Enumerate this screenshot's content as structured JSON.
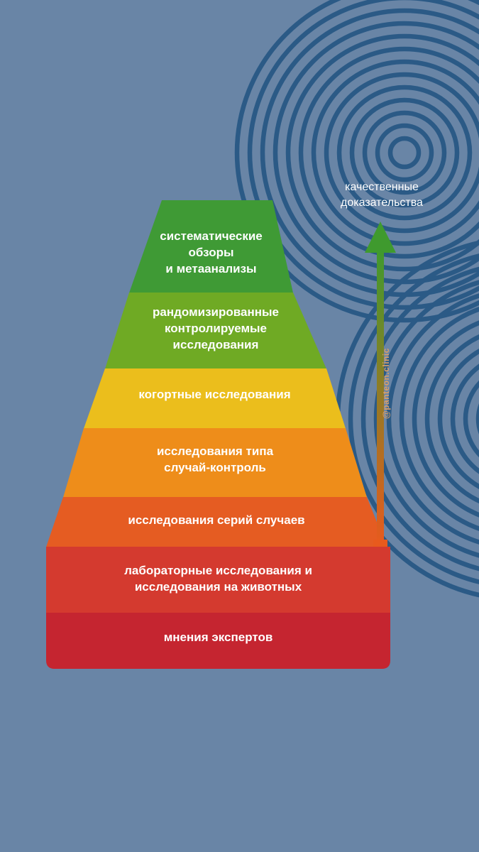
{
  "colors": {
    "background": "#6985a6",
    "rings": "#2b5a86",
    "text": "#ffffff",
    "watermark": "#d9a06a"
  },
  "arrow": {
    "label_lines": [
      "качественные",
      "доказательства"
    ],
    "gradient": [
      "#3f9a2e",
      "#e85a1d"
    ]
  },
  "watermark": "@panteon.clinic",
  "levels": [
    {
      "lines": [
        "систематические",
        "обзоры",
        "и метаанализы"
      ],
      "color": "#3f9a35"
    },
    {
      "lines": [
        "рандомизированные",
        "контролируемые",
        "исследования"
      ],
      "color": "#6faa24"
    },
    {
      "lines": [
        "когортные исследования"
      ],
      "color": "#ebbe1c"
    },
    {
      "lines": [
        "исследования типа",
        "случай-контроль"
      ],
      "color": "#ee8d1a"
    },
    {
      "lines": [
        "исследования серий случаев"
      ],
      "color": "#e55c22"
    },
    {
      "lines": [
        "лабораторные исследования и",
        "исследования на животных"
      ],
      "color": "#d43a2f"
    },
    {
      "lines": [
        "мнения экспертов"
      ],
      "color": "#c52530"
    }
  ]
}
